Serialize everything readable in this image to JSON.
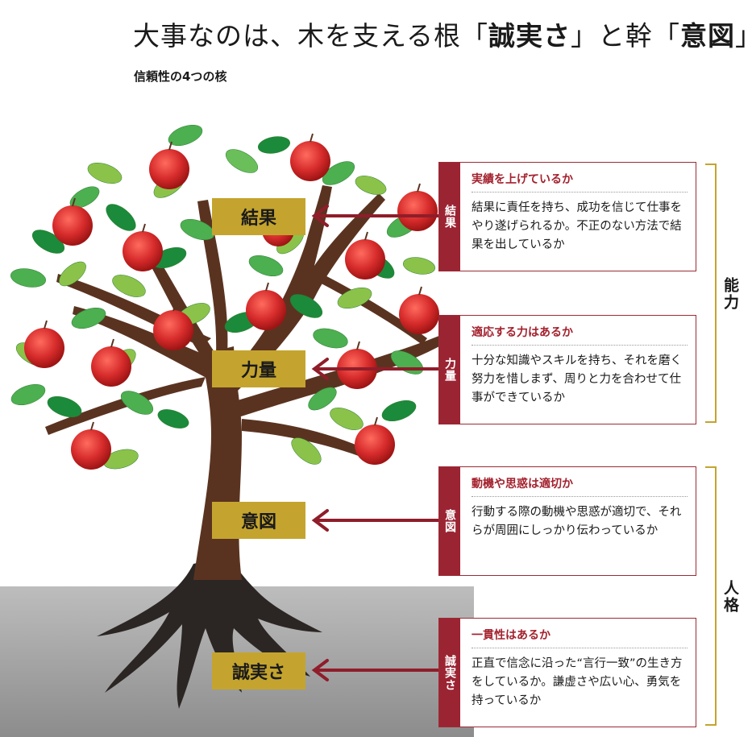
{
  "header": {
    "title_pre": "大事なのは、木を支える根「",
    "title_kw1": "誠実さ",
    "title_mid": "」と幹「",
    "title_kw2": "意図",
    "title_post": "」",
    "subtitle": "信頼性の4つの核"
  },
  "cores": [
    {
      "label": "結果",
      "tab": "結果",
      "question": "実績を上げているか",
      "text": "結果に責任を持ち、成功を信じて仕事をやり遂げられるか。不正のない方法で結果を出しているか"
    },
    {
      "label": "力量",
      "tab": "力量",
      "question": "適応する力はあるか",
      "text": "十分な知識やスキルを持ち、それを磨く努力を惜しまず、周りと力を合わせて仕事ができているか"
    },
    {
      "label": "意図",
      "tab": "意図",
      "question": "動機や思惑は適切か",
      "text": "行動する際の動機や思惑が適切で、それらが周囲にしっかり伝わっているか"
    },
    {
      "label": "誠実さ",
      "tab": "誠実さ",
      "question": "一貫性はあるか",
      "text": "正直で信念に沿った“言行一致”の生き方をしているか。謙虚さや広い心、勇気を持っているか"
    }
  ],
  "groups": {
    "ability": "能力",
    "character": "人格"
  },
  "colors": {
    "accent_red": "#9b2433",
    "gold": "#c4a42e",
    "trunk": "#5a3320",
    "leaf": "#4caf50",
    "apple": "#d62b2b"
  }
}
